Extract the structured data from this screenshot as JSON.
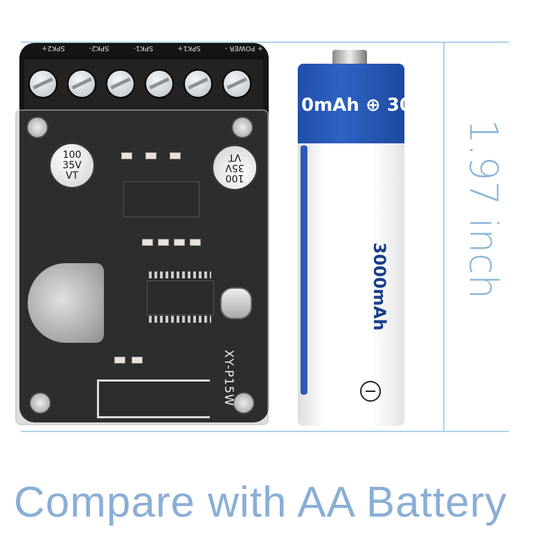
{
  "board": {
    "terminal_labels": [
      "+ POWER -",
      "SPK1+",
      "SPK1-",
      "SPK2-",
      "SPK2+"
    ],
    "capacitor_left": "100 35V VT",
    "capacitor_right": "100 35V VT",
    "model": "XY-P15W"
  },
  "battery": {
    "band_text": "0mAh ⊕ 30",
    "side_text": "3000mAh",
    "band_color": "#2e63c4"
  },
  "dimension": {
    "label": "1.97 inch",
    "color": "#8ab6da"
  },
  "caption": {
    "text": "Compare with AA Battery",
    "color": "#8aaed6"
  }
}
